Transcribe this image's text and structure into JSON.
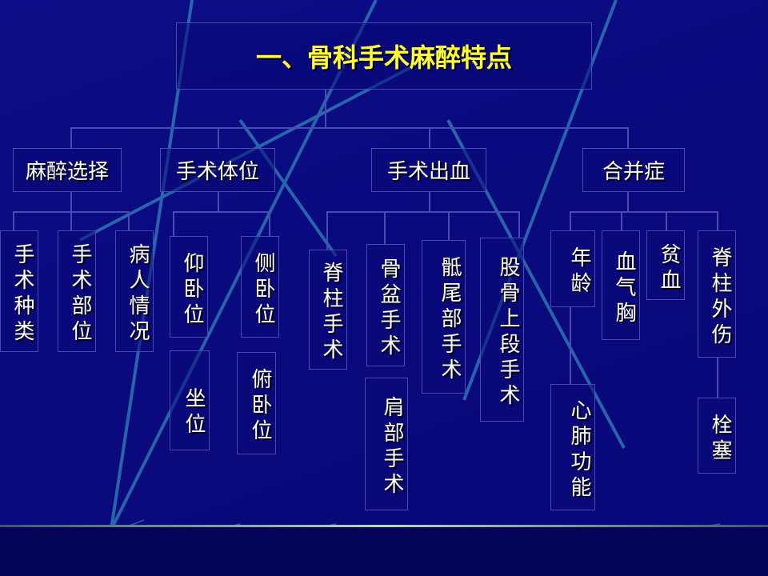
{
  "title": "一、骨科手术麻醉特点",
  "categories": [
    {
      "label": "麻醉选择",
      "items": [
        "手术种类",
        "手术部位",
        "病人情况"
      ]
    },
    {
      "label": "手术体位",
      "items": [
        "仰卧位",
        "侧卧位",
        "坐位",
        "俯卧位"
      ]
    },
    {
      "label": "手术出血",
      "items": [
        "脊柱手术",
        "骨盆手术",
        "骶尾部手术",
        "股骨上段手术",
        "肩部手术"
      ]
    },
    {
      "label": "合并症",
      "items": [
        "年龄",
        "血气胸",
        "贫血",
        "脊柱外伤",
        "心肺功能",
        "栓塞"
      ]
    }
  ]
}
